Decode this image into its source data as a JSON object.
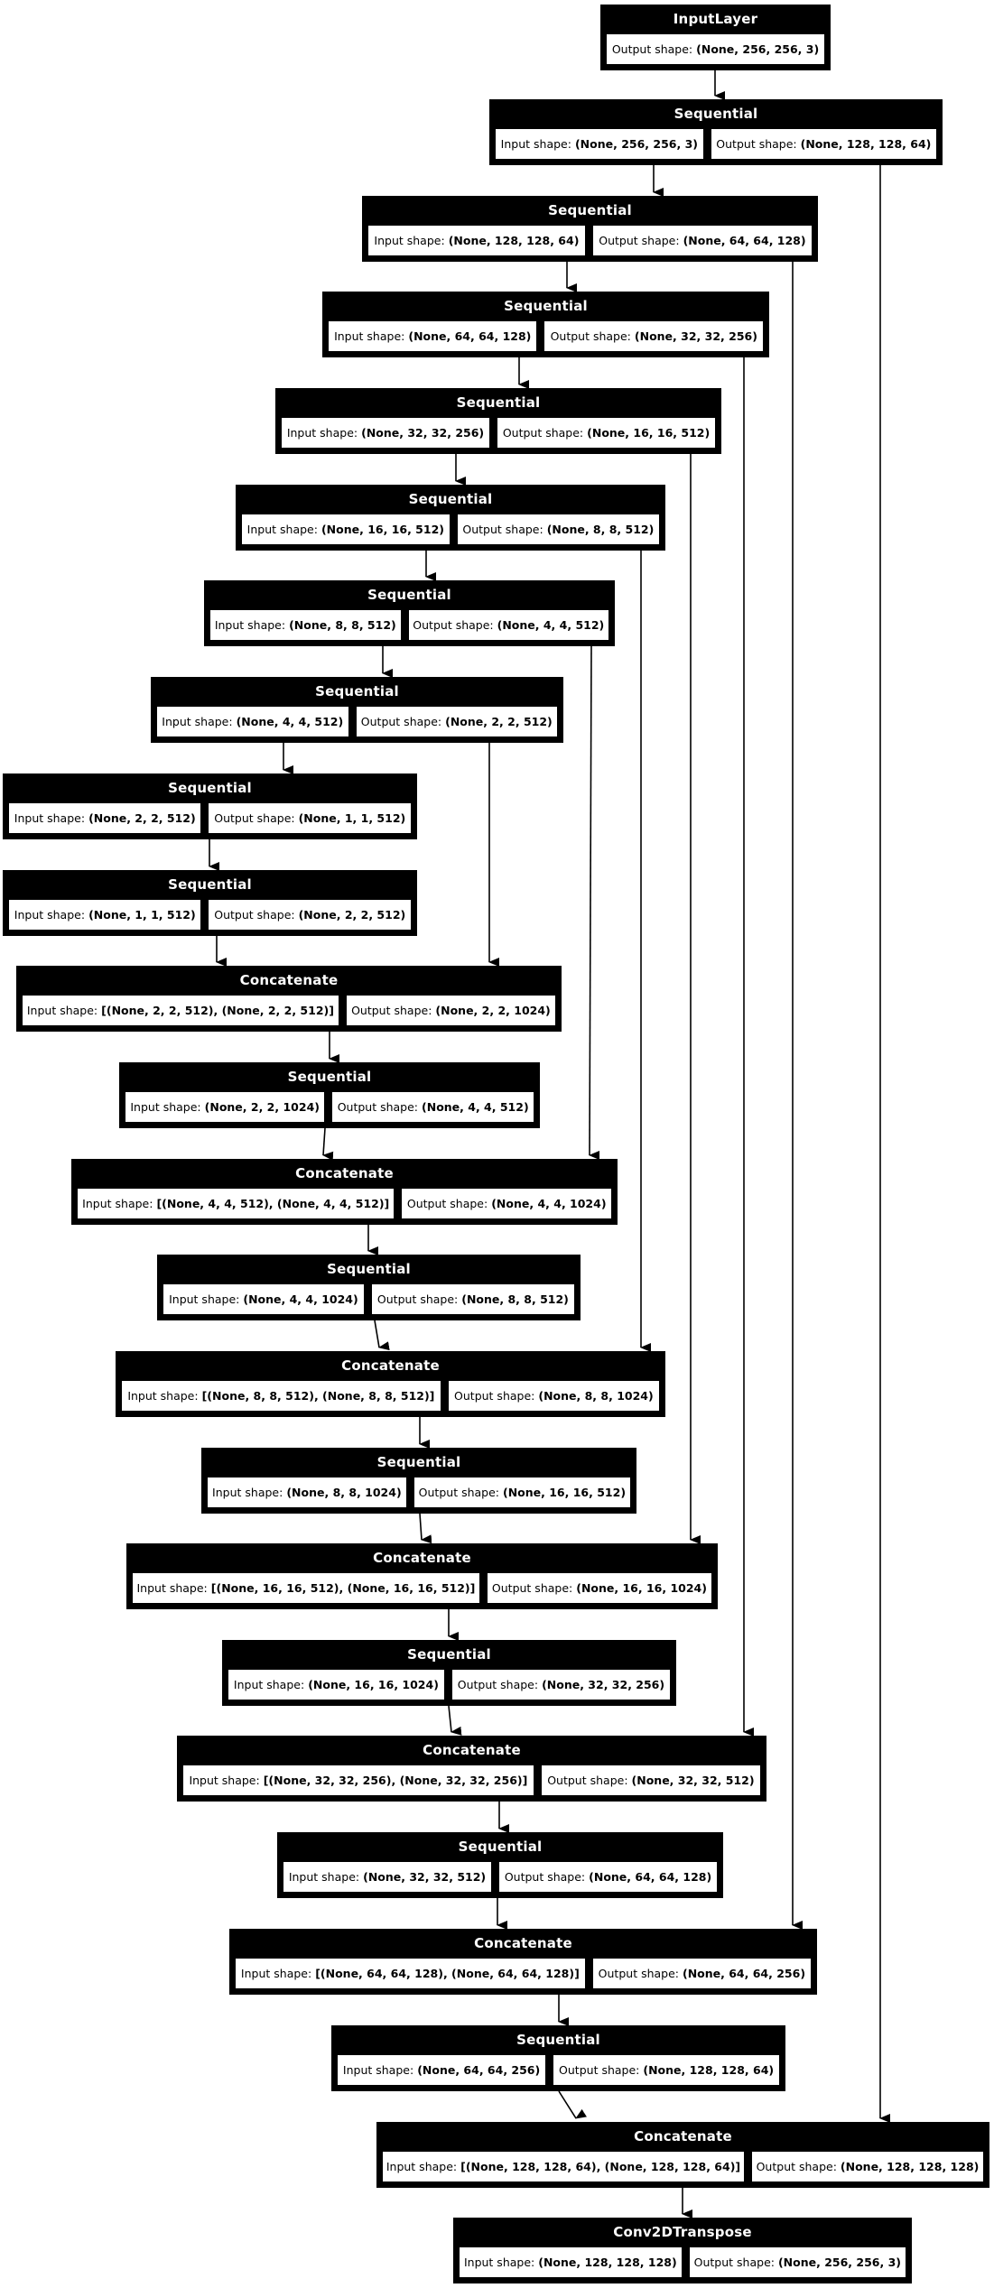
{
  "diagram": {
    "labels": {
      "input": "Input shape:",
      "output": "Output shape:"
    },
    "colors": {
      "node_background": "#000000",
      "node_title_text": "#ffffff",
      "cell_background": "#ffffff",
      "cell_text": "#000000",
      "edge": "#000000",
      "page_background": "#ffffff"
    },
    "nodes": [
      {
        "title": "InputLayer",
        "output": "(None, 256, 256, 3)"
      },
      {
        "title": "Sequential",
        "input": "(None, 256, 256, 3)",
        "output": "(None, 128, 128, 64)"
      },
      {
        "title": "Sequential",
        "input": "(None, 128, 128, 64)",
        "output": "(None, 64, 64, 128)"
      },
      {
        "title": "Sequential",
        "input": "(None, 64, 64, 128)",
        "output": "(None, 32, 32, 256)"
      },
      {
        "title": "Sequential",
        "input": "(None, 32, 32, 256)",
        "output": "(None, 16, 16, 512)"
      },
      {
        "title": "Sequential",
        "input": "(None, 16, 16, 512)",
        "output": "(None, 8, 8, 512)"
      },
      {
        "title": "Sequential",
        "input": "(None, 8, 8, 512)",
        "output": "(None, 4, 4, 512)"
      },
      {
        "title": "Sequential",
        "input": "(None, 4, 4, 512)",
        "output": "(None, 2, 2, 512)"
      },
      {
        "title": "Sequential",
        "input": "(None, 2, 2, 512)",
        "output": "(None, 1, 1, 512)"
      },
      {
        "title": "Sequential",
        "input": "(None, 1, 1, 512)",
        "output": "(None, 2, 2, 512)"
      },
      {
        "title": "Concatenate",
        "input": "[(None, 2, 2, 512), (None, 2, 2, 512)]",
        "output": "(None, 2, 2, 1024)"
      },
      {
        "title": "Sequential",
        "input": "(None, 2, 2, 1024)",
        "output": "(None, 4, 4, 512)"
      },
      {
        "title": "Concatenate",
        "input": "[(None, 4, 4, 512), (None, 4, 4, 512)]",
        "output": "(None, 4, 4, 1024)"
      },
      {
        "title": "Sequential",
        "input": "(None, 4, 4, 1024)",
        "output": "(None, 8, 8, 512)"
      },
      {
        "title": "Concatenate",
        "input": "[(None, 8, 8, 512), (None, 8, 8, 512)]",
        "output": "(None, 8, 8, 1024)"
      },
      {
        "title": "Sequential",
        "input": "(None, 8, 8, 1024)",
        "output": "(None, 16, 16, 512)"
      },
      {
        "title": "Concatenate",
        "input": "[(None, 16, 16, 512), (None, 16, 16, 512)]",
        "output": "(None, 16, 16, 1024)"
      },
      {
        "title": "Sequential",
        "input": "(None, 16, 16, 1024)",
        "output": "(None, 32, 32, 256)"
      },
      {
        "title": "Concatenate",
        "input": "[(None, 32, 32, 256), (None, 32, 32, 256)]",
        "output": "(None, 32, 32, 512)"
      },
      {
        "title": "Sequential",
        "input": "(None, 32, 32, 512)",
        "output": "(None, 64, 64, 128)"
      },
      {
        "title": "Concatenate",
        "input": "[(None, 64, 64, 128), (None, 64, 64, 128)]",
        "output": "(None, 64, 64, 256)"
      },
      {
        "title": "Sequential",
        "input": "(None, 64, 64, 256)",
        "output": "(None, 128, 128, 64)"
      },
      {
        "title": "Concatenate",
        "input": "[(None, 128, 128, 64), (None, 128, 128, 64)]",
        "output": "(None, 128, 128, 128)"
      },
      {
        "title": "Conv2DTranspose",
        "input": "(None, 128, 128, 128)",
        "output": "(None, 256, 256, 3)"
      }
    ]
  }
}
